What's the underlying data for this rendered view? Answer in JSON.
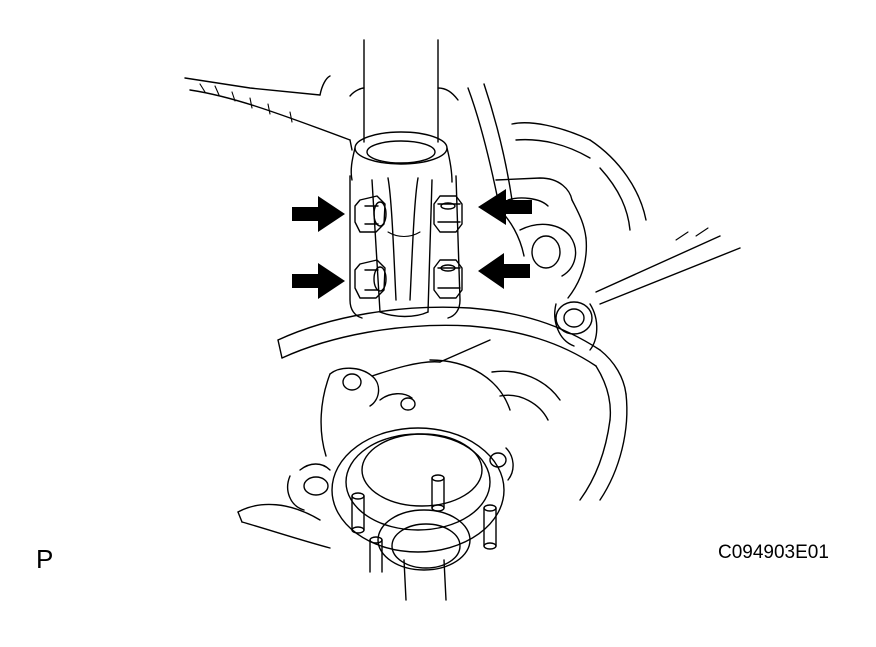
{
  "figure": {
    "view_label": "P",
    "code": "C094903E01"
  },
  "colors": {
    "ink": "#000000",
    "paper": "#ffffff"
  },
  "callouts": [
    {
      "name": "arrow-upper-left-bolt",
      "points_to": "upper-left-bolt"
    },
    {
      "name": "arrow-lower-left-bolt",
      "points_to": "lower-left-bolt"
    },
    {
      "name": "arrow-upper-right-bolt",
      "points_to": "upper-right-bolt"
    },
    {
      "name": "arrow-lower-right-bolt",
      "points_to": "lower-right-bolt"
    }
  ]
}
